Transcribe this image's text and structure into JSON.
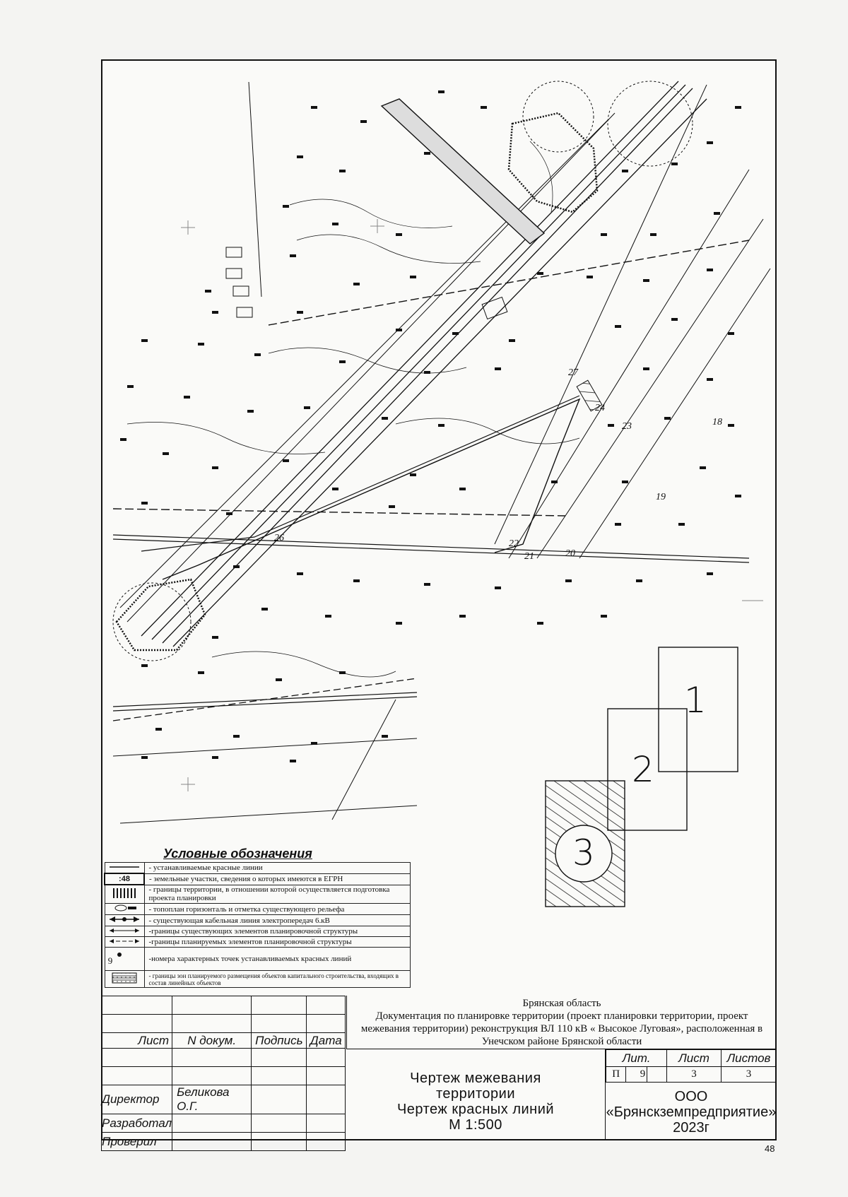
{
  "legend": {
    "title": "Условные обозначения",
    "items": [
      {
        "symbol": "",
        "text": "- устанавливаемые красные линии"
      },
      {
        "symbol": ":48",
        "text": "- земельные участки, сведения о которых имеются в ЕГРН"
      },
      {
        "symbol": "",
        "text": "- границы территории, в отношении которой осуществляется подготовка проекта планировки"
      },
      {
        "symbol": "",
        "text": "- топоплан горизонталь и отметка существующего рельефа"
      },
      {
        "symbol": "",
        "text": "- существующая кабельная линия электропередач 6.кВ"
      },
      {
        "symbol": "",
        "text": "-границы существующих элементов планировочной структуры"
      },
      {
        "symbol": "",
        "text": "-границы планируемых элементов планировочной структуры"
      },
      {
        "symbol": "9",
        "text": "-номера характерных точек устанавливаемых красных линий"
      },
      {
        "symbol": "",
        "text": "- границы зон планируемого размещения объектов капитального строительства, входящих в состав линейных объектов"
      }
    ]
  },
  "map": {
    "point_labels": [
      "27",
      "18",
      "23",
      "19",
      "26",
      "22",
      "21",
      "20",
      "24"
    ],
    "inset_sheets": [
      "1",
      "2",
      "3"
    ]
  },
  "title_block": {
    "col_headers": {
      "sheet": "Лист",
      "doc_no": "N докум.",
      "signature": "Подпись",
      "date": "Дата"
    },
    "roles": [
      {
        "role": "Директор",
        "name": "Беликова О.Г."
      },
      {
        "role": "Разработал",
        "name": ""
      },
      {
        "role": "Проверил",
        "name": ""
      }
    ],
    "description_lines": [
      "Брянская область",
      "Документация по планировке территории (проект планировки территории, проект",
      "межевания территории) реконструкция ВЛ 110 кВ « Высокое Луговая», расположенная в",
      "Унечском районе Брянской области"
    ],
    "drawing_title_lines": [
      "Чертеж межевания",
      "территории",
      "Чертеж красных линий",
      "М 1:500"
    ],
    "lit_header": "Лит.",
    "sheet_header": "Лист",
    "sheets_header": "Листов",
    "lit_value_1": "П",
    "lit_value_2": "9",
    "sheet_value": "3",
    "sheets_value": "3",
    "org_lines": [
      "ООО",
      "«Брянскземпредприятие»",
      "2023г"
    ]
  },
  "page_number": "48"
}
